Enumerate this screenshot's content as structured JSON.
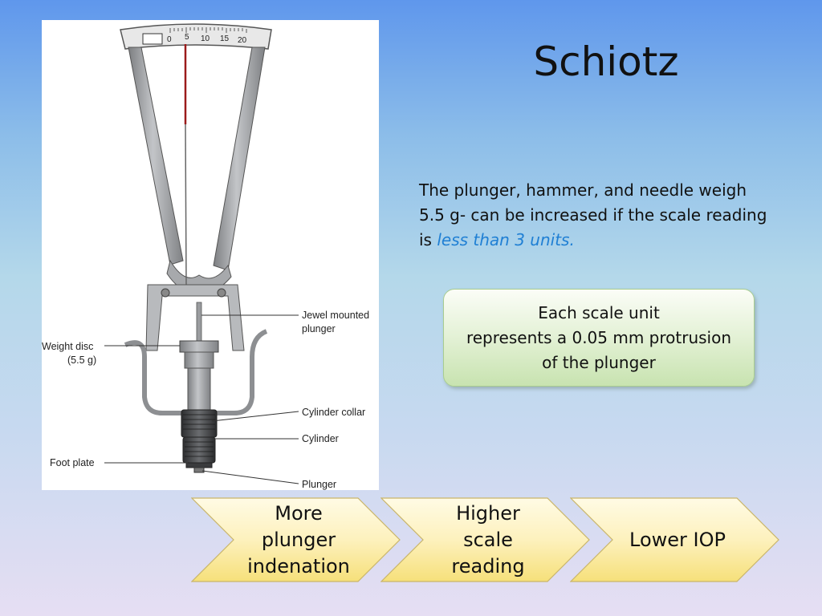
{
  "slide": {
    "title": "Schiotz",
    "description": {
      "text": "The plunger, hammer, and needle weigh 5.5 g- can be increased if the scale reading is ",
      "emphasis": "less than 3 units."
    },
    "callout": {
      "line1": "Each scale unit",
      "line2": "represents a 0.05 mm protrusion",
      "line3": "of the plunger"
    },
    "process": [
      {
        "label": "More\nplunger\nindenation"
      },
      {
        "label": "Higher\nscale\nreading"
      },
      {
        "label": "Lower IOP"
      }
    ],
    "colors": {
      "accent_text": "#1f7fd4",
      "callout_fill": "#d7ebc4",
      "chevron_fill": "#fdf0b8"
    }
  },
  "figure": {
    "labels": {
      "jewel_line1": "Jewel mounted",
      "jewel_line2": "plunger",
      "weight_line1": "Weight disc",
      "weight_line2": "(5.5 g)",
      "cylinder_collar": "Cylinder collar",
      "cylinder": "Cylinder",
      "foot_plate": "Foot plate",
      "plunger": "Plunger"
    },
    "scale_numbers": [
      "0",
      "5",
      "10",
      "15",
      "20"
    ]
  }
}
